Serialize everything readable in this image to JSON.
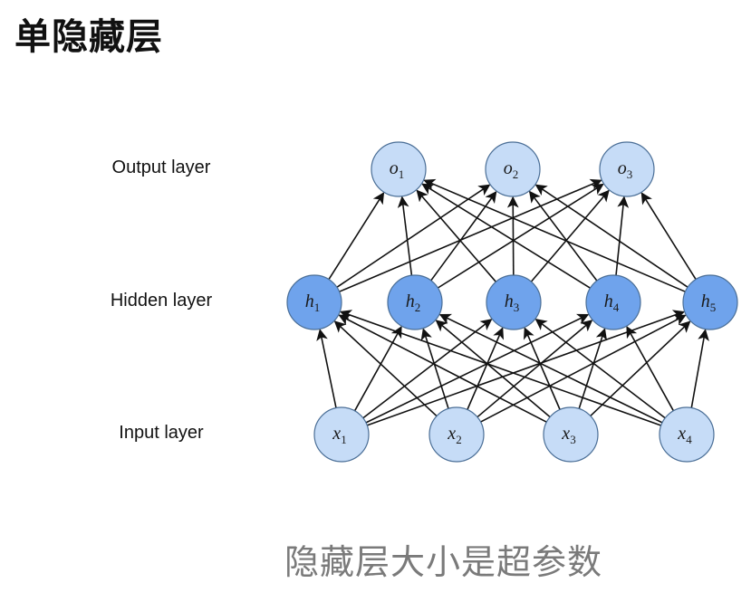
{
  "title": "单隐藏层",
  "caption": "隐藏层大小是超参数",
  "layers": {
    "output": {
      "label": "Output layer",
      "fill": "#c6dcf7",
      "nodes": [
        {
          "symbol": "o",
          "sub": "1"
        },
        {
          "symbol": "o",
          "sub": "2"
        },
        {
          "symbol": "o",
          "sub": "3"
        }
      ]
    },
    "hidden": {
      "label": "Hidden layer",
      "fill": "#6fa3ec",
      "nodes": [
        {
          "symbol": "h",
          "sub": "1"
        },
        {
          "symbol": "h",
          "sub": "2"
        },
        {
          "symbol": "h",
          "sub": "3"
        },
        {
          "symbol": "h",
          "sub": "4"
        },
        {
          "symbol": "h",
          "sub": "5"
        }
      ]
    },
    "input": {
      "label": "Input layer",
      "fill": "#c6dcf7",
      "nodes": [
        {
          "symbol": "x",
          "sub": "1"
        },
        {
          "symbol": "x",
          "sub": "2"
        },
        {
          "symbol": "x",
          "sub": "3"
        },
        {
          "symbol": "x",
          "sub": "4"
        }
      ]
    }
  },
  "edge_color": "#111111",
  "node_stroke": "#4a6e96",
  "connectivity": "fully-connected"
}
